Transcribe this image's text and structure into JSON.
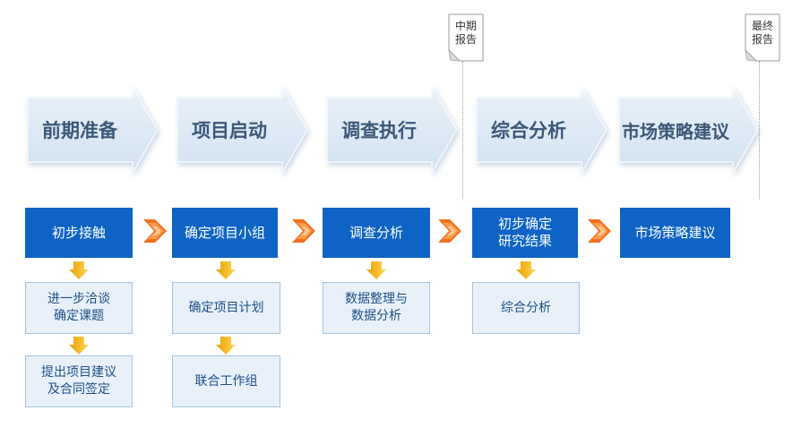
{
  "flow": {
    "stages": [
      {
        "label": "前期准备"
      },
      {
        "label": "项目启动"
      },
      {
        "label": "调查执行"
      },
      {
        "label": "综合分析"
      },
      {
        "label": "市场策略建议"
      }
    ],
    "primary": [
      {
        "lines": [
          "初步接触"
        ]
      },
      {
        "lines": [
          "确定项目小组"
        ]
      },
      {
        "lines": [
          "调查分析"
        ]
      },
      {
        "lines": [
          "初步确定",
          "研究结果"
        ]
      },
      {
        "lines": [
          "市场策略建议"
        ]
      }
    ],
    "secondary": [
      {
        "lines": [
          "进一步洽谈",
          "确定课题"
        ]
      },
      {
        "lines": [
          "确定项目计划"
        ]
      },
      {
        "lines": [
          "数据整理与",
          "数据分析"
        ]
      },
      {
        "lines": [
          "综合分析"
        ]
      }
    ],
    "tertiary": [
      {
        "lines": [
          "提出项目建议",
          "及合同签定"
        ]
      },
      {
        "lines": [
          "联合工作组"
        ]
      }
    ]
  },
  "notes": [
    {
      "lines": [
        "中期",
        "报告"
      ]
    },
    {
      "lines": [
        "最终",
        "报告"
      ]
    }
  ],
  "colors": {
    "chevron_fill_top": "#eaf2fa",
    "chevron_fill_bottom": "#d2e2f2",
    "chevron_text": "#3b5878",
    "primary_box_bg": "#0e63c5",
    "primary_box_text": "#ffffff",
    "sub_box_bg": "#e8f1fa",
    "sub_box_border": "#a6c3dd",
    "sub_box_text": "#1d4f87",
    "orange_arrow_outer": "#f3701e",
    "orange_arrow_mid": "#f99c4e",
    "orange_arrow_inner": "#fdc58e",
    "down_arrow_dark": "#e8a10a",
    "down_arrow_light": "#ffd863",
    "note_border": "#999999",
    "note_text": "#333333",
    "dotted_line": "#999999"
  }
}
